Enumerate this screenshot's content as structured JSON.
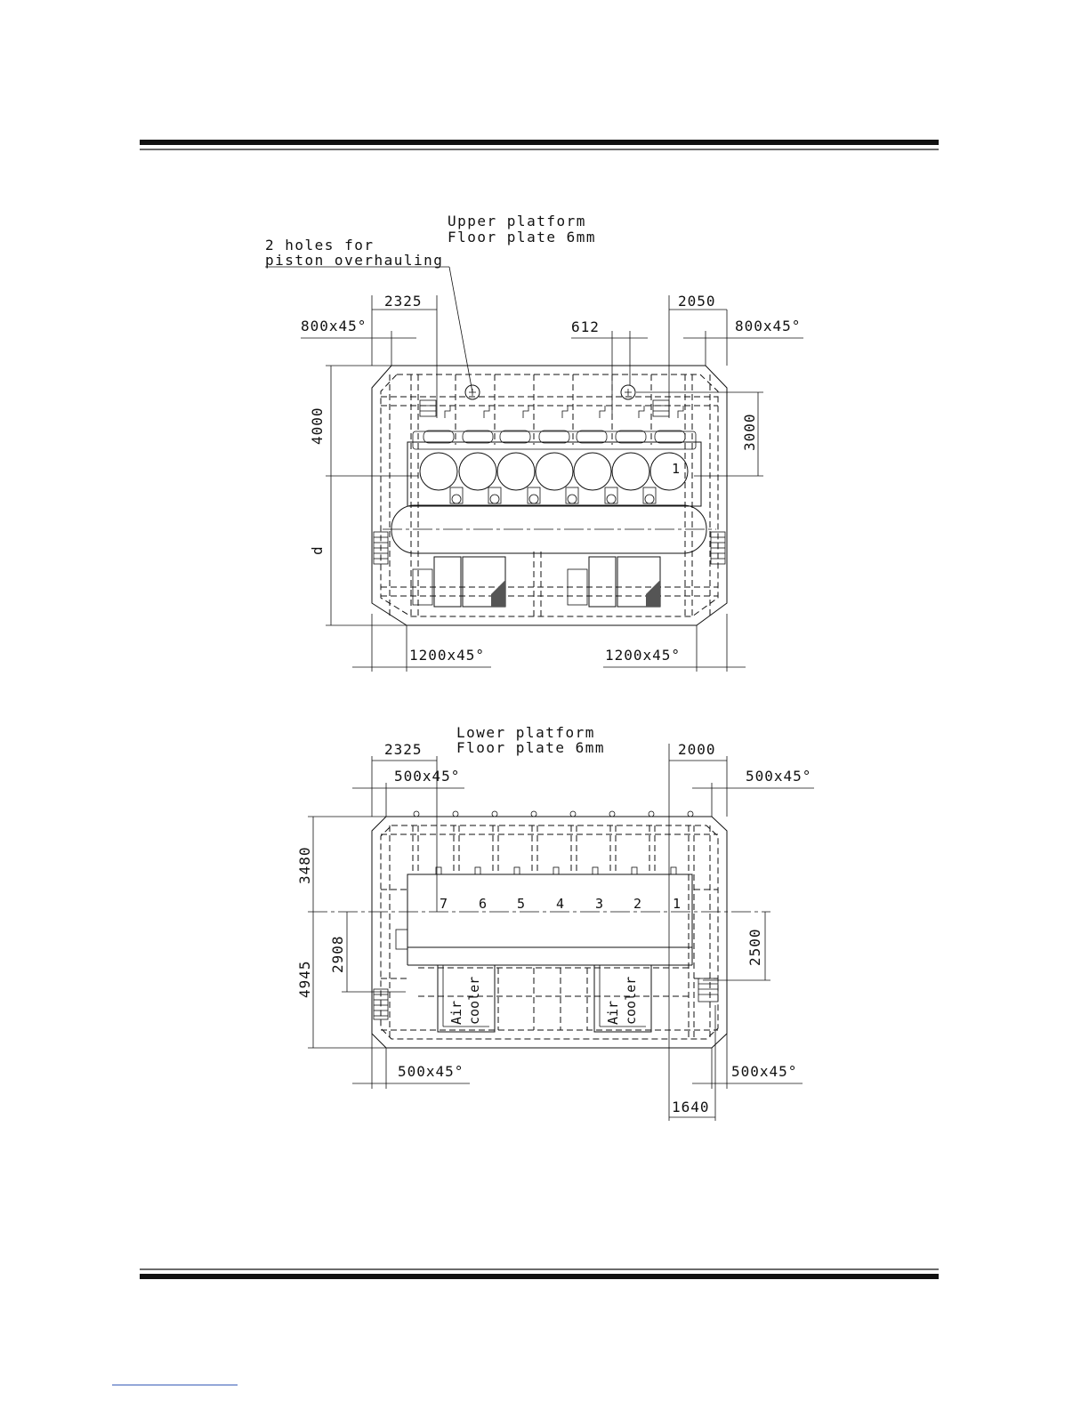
{
  "upper": {
    "title_line1": "Upper platform",
    "title_line2": "Floor plate 6mm",
    "note_line1": "2 holes for",
    "note_line2": "piston overhauling",
    "dim_left": "2325",
    "dim_right": "2050",
    "dim_center": "612",
    "chamfer_top_left": "800x45°",
    "chamfer_top_right": "800x45°",
    "chamfer_bottom_left": "1200x45°",
    "chamfer_bottom_right": "1200x45°",
    "dim_height_top": "4000",
    "dim_height_d": "d",
    "dim_right_vertical": "3000",
    "cylinder_mark": "1"
  },
  "lower": {
    "title_line1": "Lower platform",
    "title_line2": "Floor plate 6mm",
    "dim_left": "2325",
    "dim_right": "2000",
    "chamfer_top_left": "500x45°",
    "chamfer_top_right": "500x45°",
    "chamfer_bottom_left": "500x45°",
    "chamfer_bottom_right": "500x45°",
    "dim_3480": "3480",
    "dim_4945": "4945",
    "dim_2908": "2908",
    "dim_2500": "2500",
    "dim_1640": "1640",
    "cyl_numbers": [
      "7",
      "6",
      "5",
      "4",
      "3",
      "2",
      "1"
    ],
    "air_cooler_word1": "Air",
    "air_cooler_word2": "cooler"
  }
}
